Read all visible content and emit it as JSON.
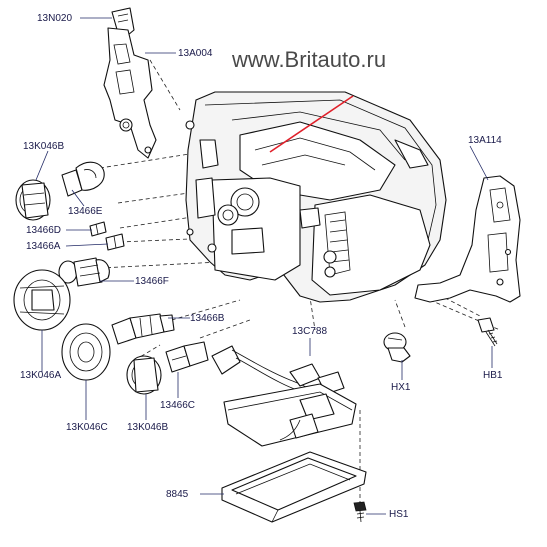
{
  "watermark": "www.Britauto.ru",
  "callouts": {
    "c13N020": "13N020",
    "c13A004": "13A004",
    "c13K046B_top": "13K046B",
    "c13466E": "13466E",
    "c13466D": "13466D",
    "c13466A": "13466A",
    "c13466F": "13466F",
    "c13466B": "13466B",
    "c13K046A": "13K046A",
    "c13K046C": "13K046C",
    "c13K046B_bottom": "13K046B",
    "c13466C": "13466C",
    "c13C788": "13C788",
    "c8845": "8845",
    "cHS1": "HS1",
    "c13A114": "13A114",
    "cHX1": "HX1",
    "cHB1": "HB1"
  },
  "colors": {
    "line": "#111111",
    "callout_text": "#1a1a4a",
    "leader": "#222a66",
    "highlight": "#e0202a",
    "watermark": "#4a4a4a"
  }
}
